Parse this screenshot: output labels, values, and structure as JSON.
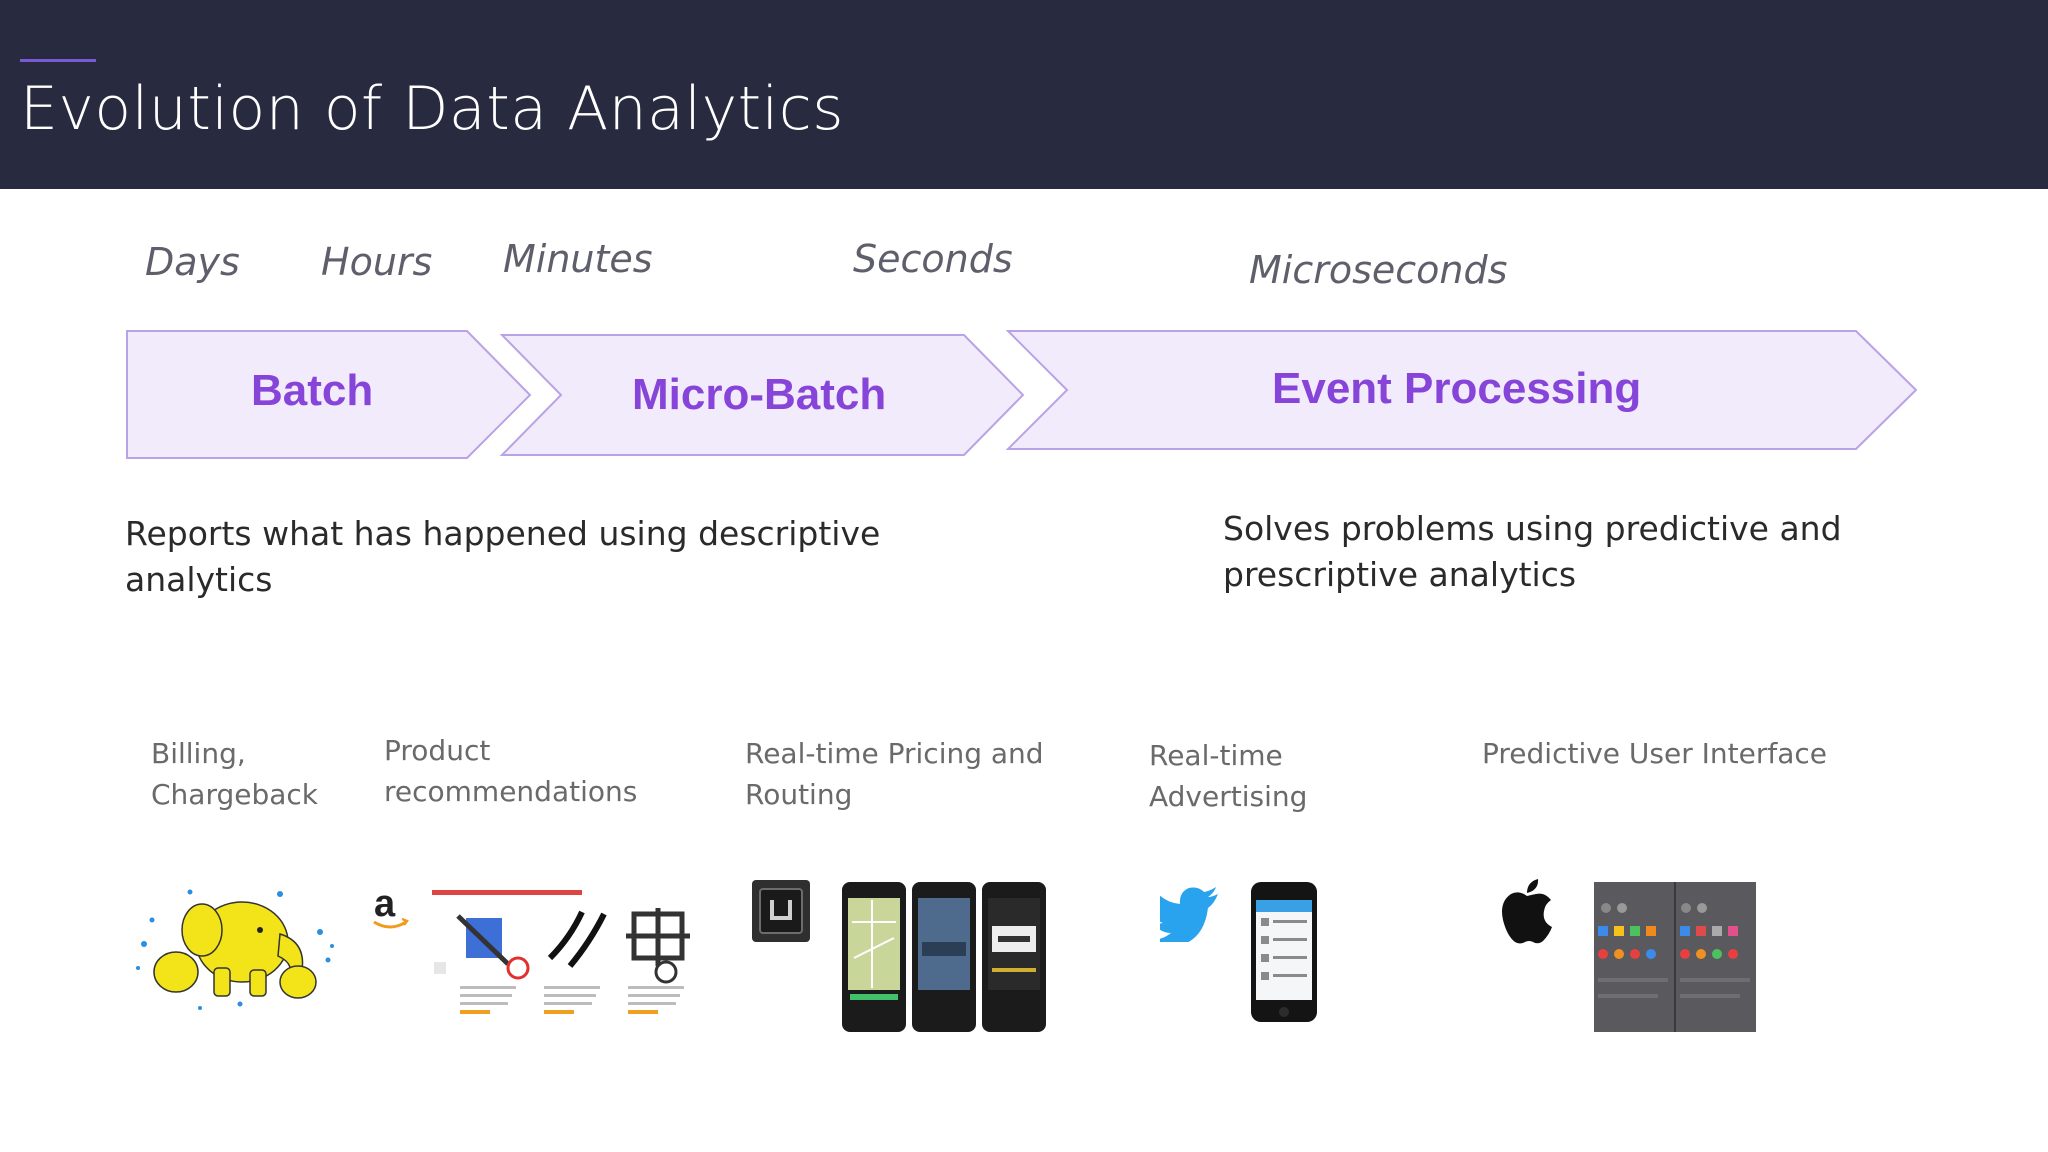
{
  "title": "Evolution of Data Analytics",
  "time_scale": [
    "Days",
    "Hours",
    "Minutes",
    "Seconds",
    "Microseconds"
  ],
  "stages": [
    "Batch",
    "Micro-Batch",
    "Event Processing"
  ],
  "descriptions": {
    "left": [
      "Reports what has happened using descriptive",
      "analytics"
    ],
    "right": [
      "Solves problems using predictive and",
      "prescriptive analytics"
    ]
  },
  "use_cases": [
    [
      "Billing,",
      "Chargeback"
    ],
    [
      "Product",
      "recommendations"
    ],
    [
      "Real-time Pricing and",
      "Routing"
    ],
    [
      "Real-time",
      "Advertising"
    ],
    [
      "Predictive User Interface"
    ]
  ],
  "illustrations": {
    "hadoop": "hadoop-elephant-logo",
    "amazon": "amazon-logo",
    "amazon_products": "product-recommendation-thumbnails",
    "uber": "uber-logo",
    "uber_phones": "uber-app-phone-screens",
    "twitter": "twitter-bird-logo",
    "twitter_phone": "twitter-app-phone",
    "apple": "apple-logo",
    "apple_ui": "predictive-ui-screenshot"
  },
  "colors": {
    "header_bg": "#282a3f",
    "header_rule": "#7a59d6",
    "chevron_fill": "#f1ebfb",
    "chevron_stroke": "#b9a2e6",
    "stage_text": "#8744d8"
  }
}
